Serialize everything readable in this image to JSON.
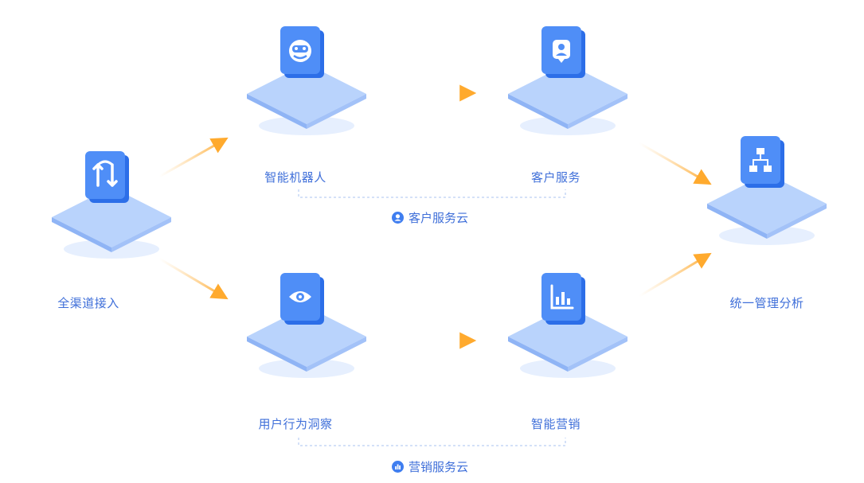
{
  "nodes": [
    {
      "id": "access",
      "label": "全渠道接入",
      "icon": "arrows-swap-icon"
    },
    {
      "id": "robot",
      "label": "智能机器人",
      "icon": "robot-icon"
    },
    {
      "id": "service",
      "label": "客户服务",
      "icon": "agent-icon"
    },
    {
      "id": "insight",
      "label": "用户行为洞察",
      "icon": "eye-icon"
    },
    {
      "id": "marketing",
      "label": "智能营销",
      "icon": "bar-chart-icon"
    },
    {
      "id": "analysis",
      "label": "统一管理分析",
      "icon": "org-chart-icon"
    }
  ],
  "groups": {
    "customer_cloud": {
      "label": "客户服务云",
      "icon": "user-circle-icon"
    },
    "marketing_cloud": {
      "label": "营销服务云",
      "icon": "chart-circle-icon"
    }
  },
  "colors": {
    "label": "#3f6fd9",
    "tile_top": "#4f8ef7",
    "platform": "#a9c8fb",
    "arrow": "#ffb547",
    "dashed": "#a9c3f2"
  }
}
